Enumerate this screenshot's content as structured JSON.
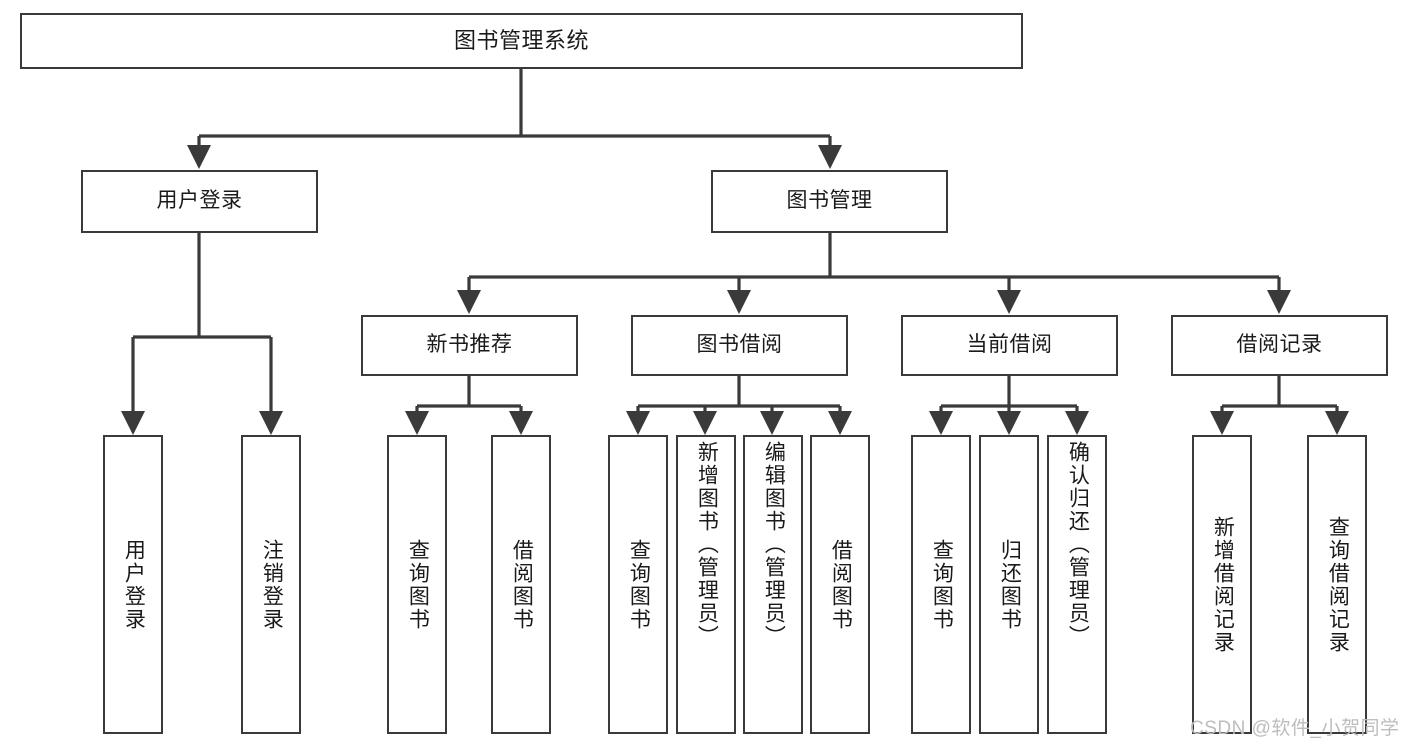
{
  "diagram": {
    "title": "图书管理系统",
    "type": "hierarchy-tree",
    "watermark": "CSDN @软件_小贺同学",
    "colors": {
      "stroke": "#3a3a3a",
      "fill": "#ffffff",
      "text": "#1a1a1a",
      "watermark": "#bdbdbd"
    },
    "nodes": {
      "root": {
        "label": "图书管理系统"
      },
      "level2": [
        {
          "id": "user-login",
          "label": "用户登录"
        },
        {
          "id": "book-manage",
          "label": "图书管理"
        }
      ],
      "level3": [
        {
          "id": "new-book-recommend",
          "label": "新书推荐"
        },
        {
          "id": "book-borrow",
          "label": "图书借阅"
        },
        {
          "id": "current-borrow",
          "label": "当前借阅"
        },
        {
          "id": "borrow-record",
          "label": "借阅记录"
        }
      ],
      "leaves": [
        {
          "id": "leaf-user-login",
          "label": "用户登录",
          "parent": "user-login",
          "align": "center"
        },
        {
          "id": "leaf-logout",
          "label": "注销登录",
          "parent": "user-login",
          "align": "center"
        },
        {
          "id": "leaf-query-book-1",
          "label": "查询图书",
          "parent": "new-book-recommend",
          "align": "center"
        },
        {
          "id": "leaf-borrow-book-1",
          "label": "借阅图书",
          "parent": "new-book-recommend",
          "align": "center"
        },
        {
          "id": "leaf-query-book-2",
          "label": "查询图书",
          "parent": "book-borrow",
          "align": "center"
        },
        {
          "id": "leaf-add-book",
          "label": "新增图书（管理员）",
          "parent": "book-borrow",
          "align": "top"
        },
        {
          "id": "leaf-edit-book",
          "label": "编辑图书（管理员）",
          "parent": "book-borrow",
          "align": "top"
        },
        {
          "id": "leaf-borrow-book-2",
          "label": "借阅图书",
          "parent": "book-borrow",
          "align": "center"
        },
        {
          "id": "leaf-query-book-3",
          "label": "查询图书",
          "parent": "current-borrow",
          "align": "center"
        },
        {
          "id": "leaf-return-book",
          "label": "归还图书",
          "parent": "current-borrow",
          "align": "center"
        },
        {
          "id": "leaf-confirm-return",
          "label": "确认归还（管理员）",
          "parent": "current-borrow",
          "align": "top"
        },
        {
          "id": "leaf-add-record",
          "label": "新增借阅记录",
          "parent": "borrow-record",
          "align": "center"
        },
        {
          "id": "leaf-query-record",
          "label": "查询借阅记录",
          "parent": "borrow-record",
          "align": "center"
        }
      ]
    }
  }
}
